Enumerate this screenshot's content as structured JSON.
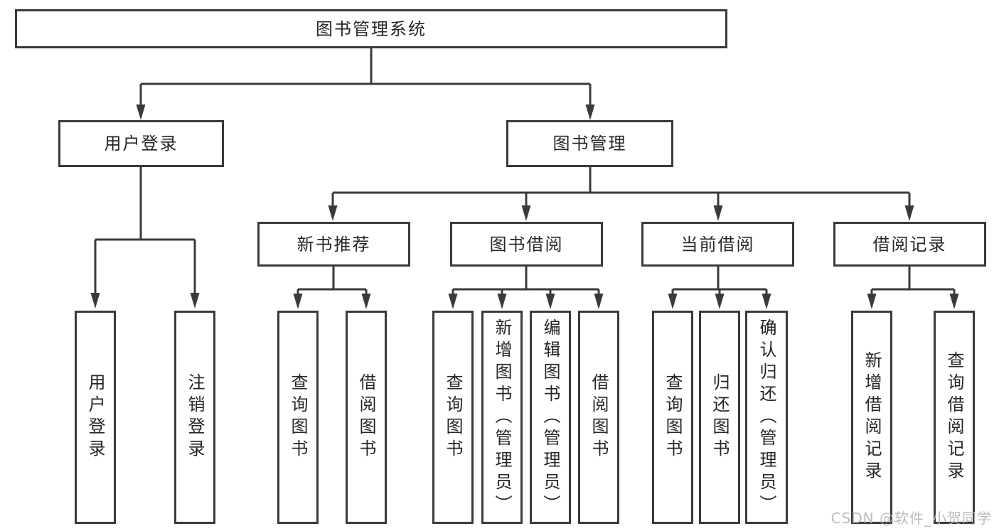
{
  "tree": {
    "root_label": "图书管理系统",
    "branches": [
      {
        "label": "用户登录",
        "leaves": [
          "用户登录",
          "注销登录"
        ]
      },
      {
        "label": "图书管理",
        "groups": [
          {
            "label": "新书推荐",
            "leaves": [
              "查询图书",
              "借阅图书"
            ]
          },
          {
            "label": "图书借阅",
            "leaves": [
              "查询图书",
              "新增图书（管理员）",
              "编辑图书（管理员）",
              "借阅图书"
            ]
          },
          {
            "label": "当前借阅",
            "leaves": [
              "查询图书",
              "归还图书",
              "确认归还（管理员）"
            ]
          },
          {
            "label": "借阅记录",
            "leaves": [
              "新增借阅记录",
              "查询借阅记录"
            ]
          }
        ]
      }
    ]
  },
  "watermark": {
    "text": "CSDN @软件_小贺同学"
  },
  "colors": {
    "line": "#3a3a3a",
    "text": "#262626",
    "watermark": "#b0b0b0",
    "background": "#ffffff"
  }
}
